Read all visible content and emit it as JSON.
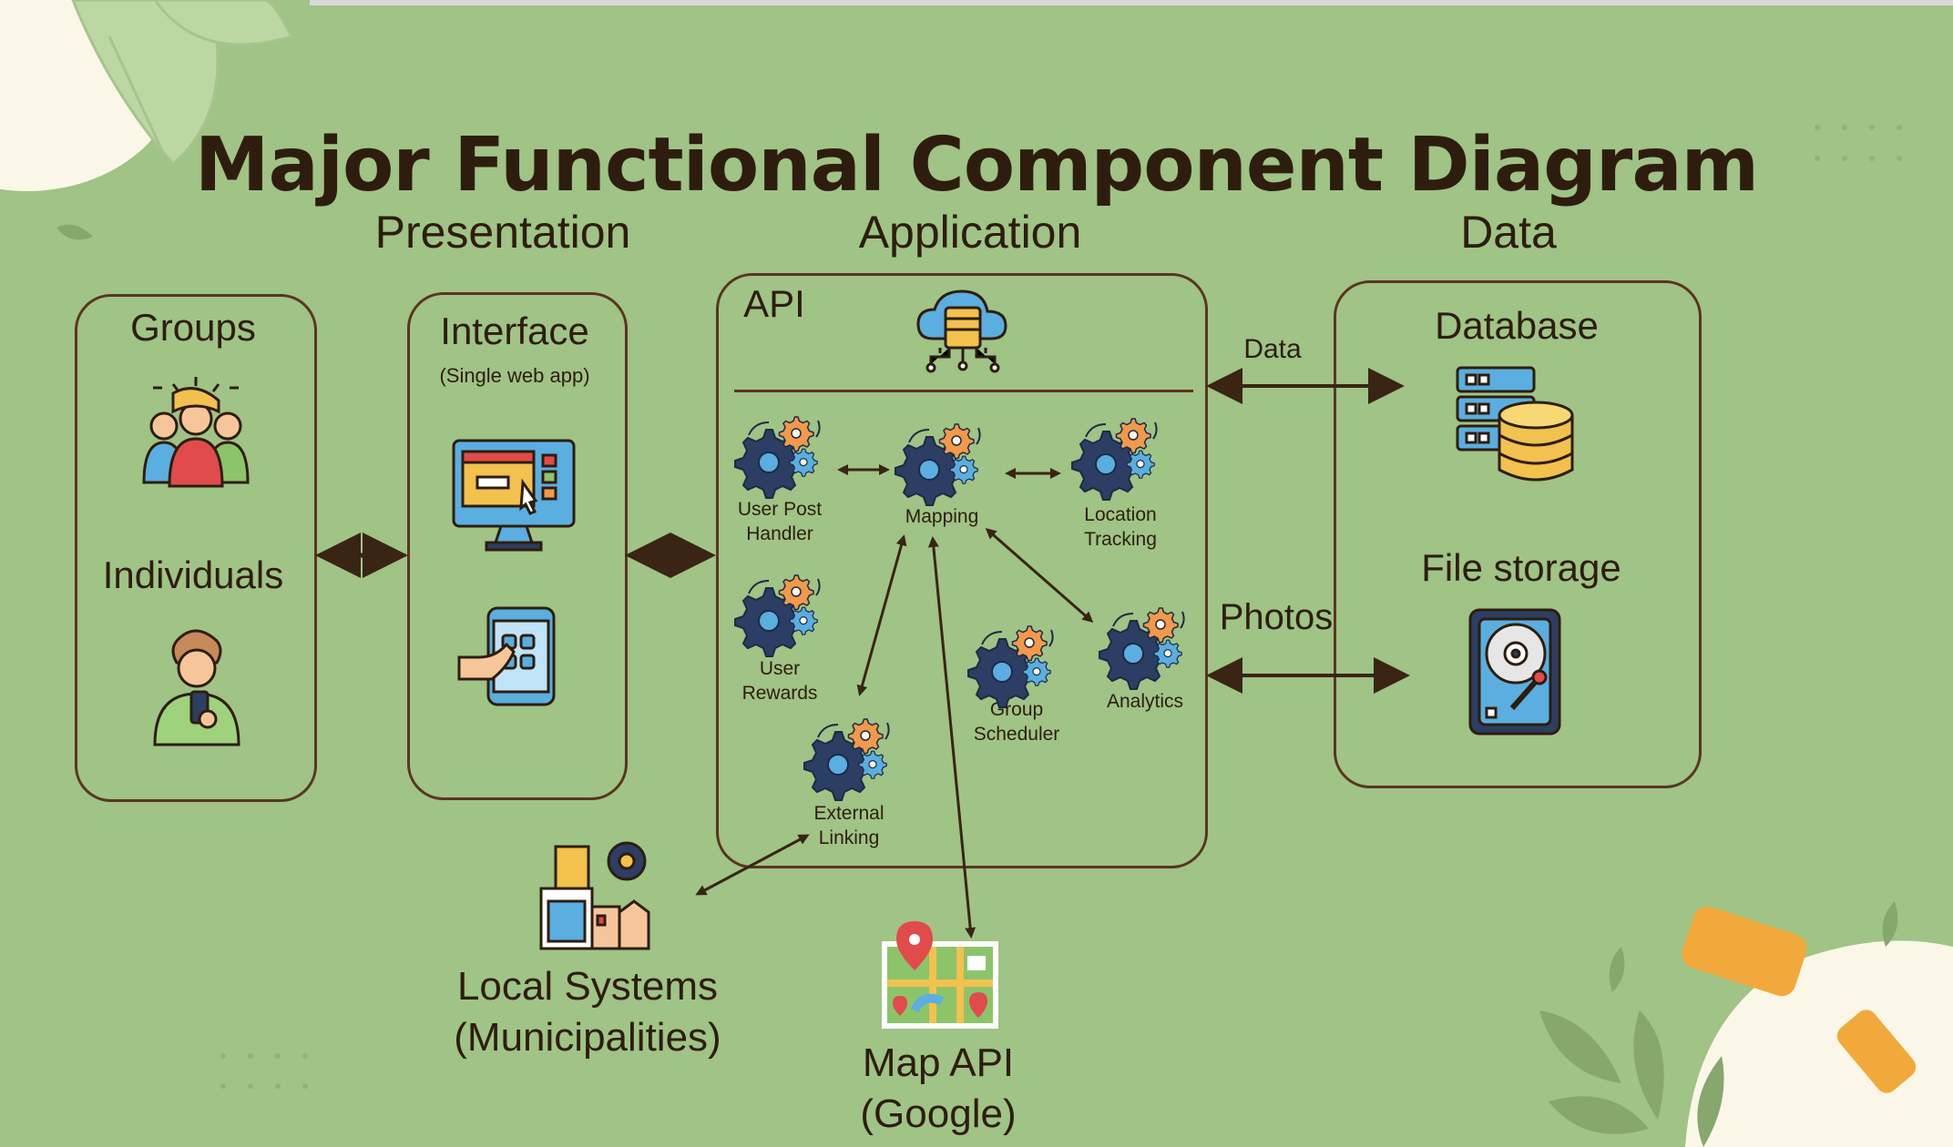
{
  "title": "Major Functional Component Diagram",
  "tiers": {
    "presentation": "Presentation",
    "application": "Application",
    "data": "Data"
  },
  "nodes": {
    "groups": "Groups",
    "individuals": "Individuals",
    "interface": "Interface",
    "interface_sub": "(Single web app)",
    "api": "API",
    "user_post_handler_1": "User Post",
    "user_post_handler_2": "Handler",
    "mapping": "Mapping",
    "location_tracking_1": "Location",
    "location_tracking_2": "Tracking",
    "user_rewards_1": "User",
    "user_rewards_2": "Rewards",
    "group_scheduler_1": "Group",
    "group_scheduler_2": "Scheduler",
    "analytics": "Analytics",
    "external_linking_1": "External",
    "external_linking_2": "Linking",
    "database": "Database",
    "file_storage": "File storage",
    "local_systems_1": "Local Systems",
    "local_systems_2": "(Municipalities)",
    "map_api_1": "Map API",
    "map_api_2": "(Google)"
  },
  "edges": {
    "data_label": "Data",
    "photos_label": "Photos"
  },
  "colors": {
    "background": "#a0c386",
    "ink": "#2e1d0e",
    "border": "#5a3520",
    "gear_dark": "#2c3e63",
    "gear_orange": "#f2994a",
    "gear_blue": "#5aaee0",
    "cream": "#fbf7e8"
  },
  "icons": [
    "people-group-icon",
    "person-phone-icon",
    "monitor-icon",
    "tablet-icon",
    "cloud-server-icon",
    "gear-icon",
    "database-icon",
    "hard-drive-icon",
    "city-icon",
    "map-icon",
    "leaf-icon"
  ]
}
